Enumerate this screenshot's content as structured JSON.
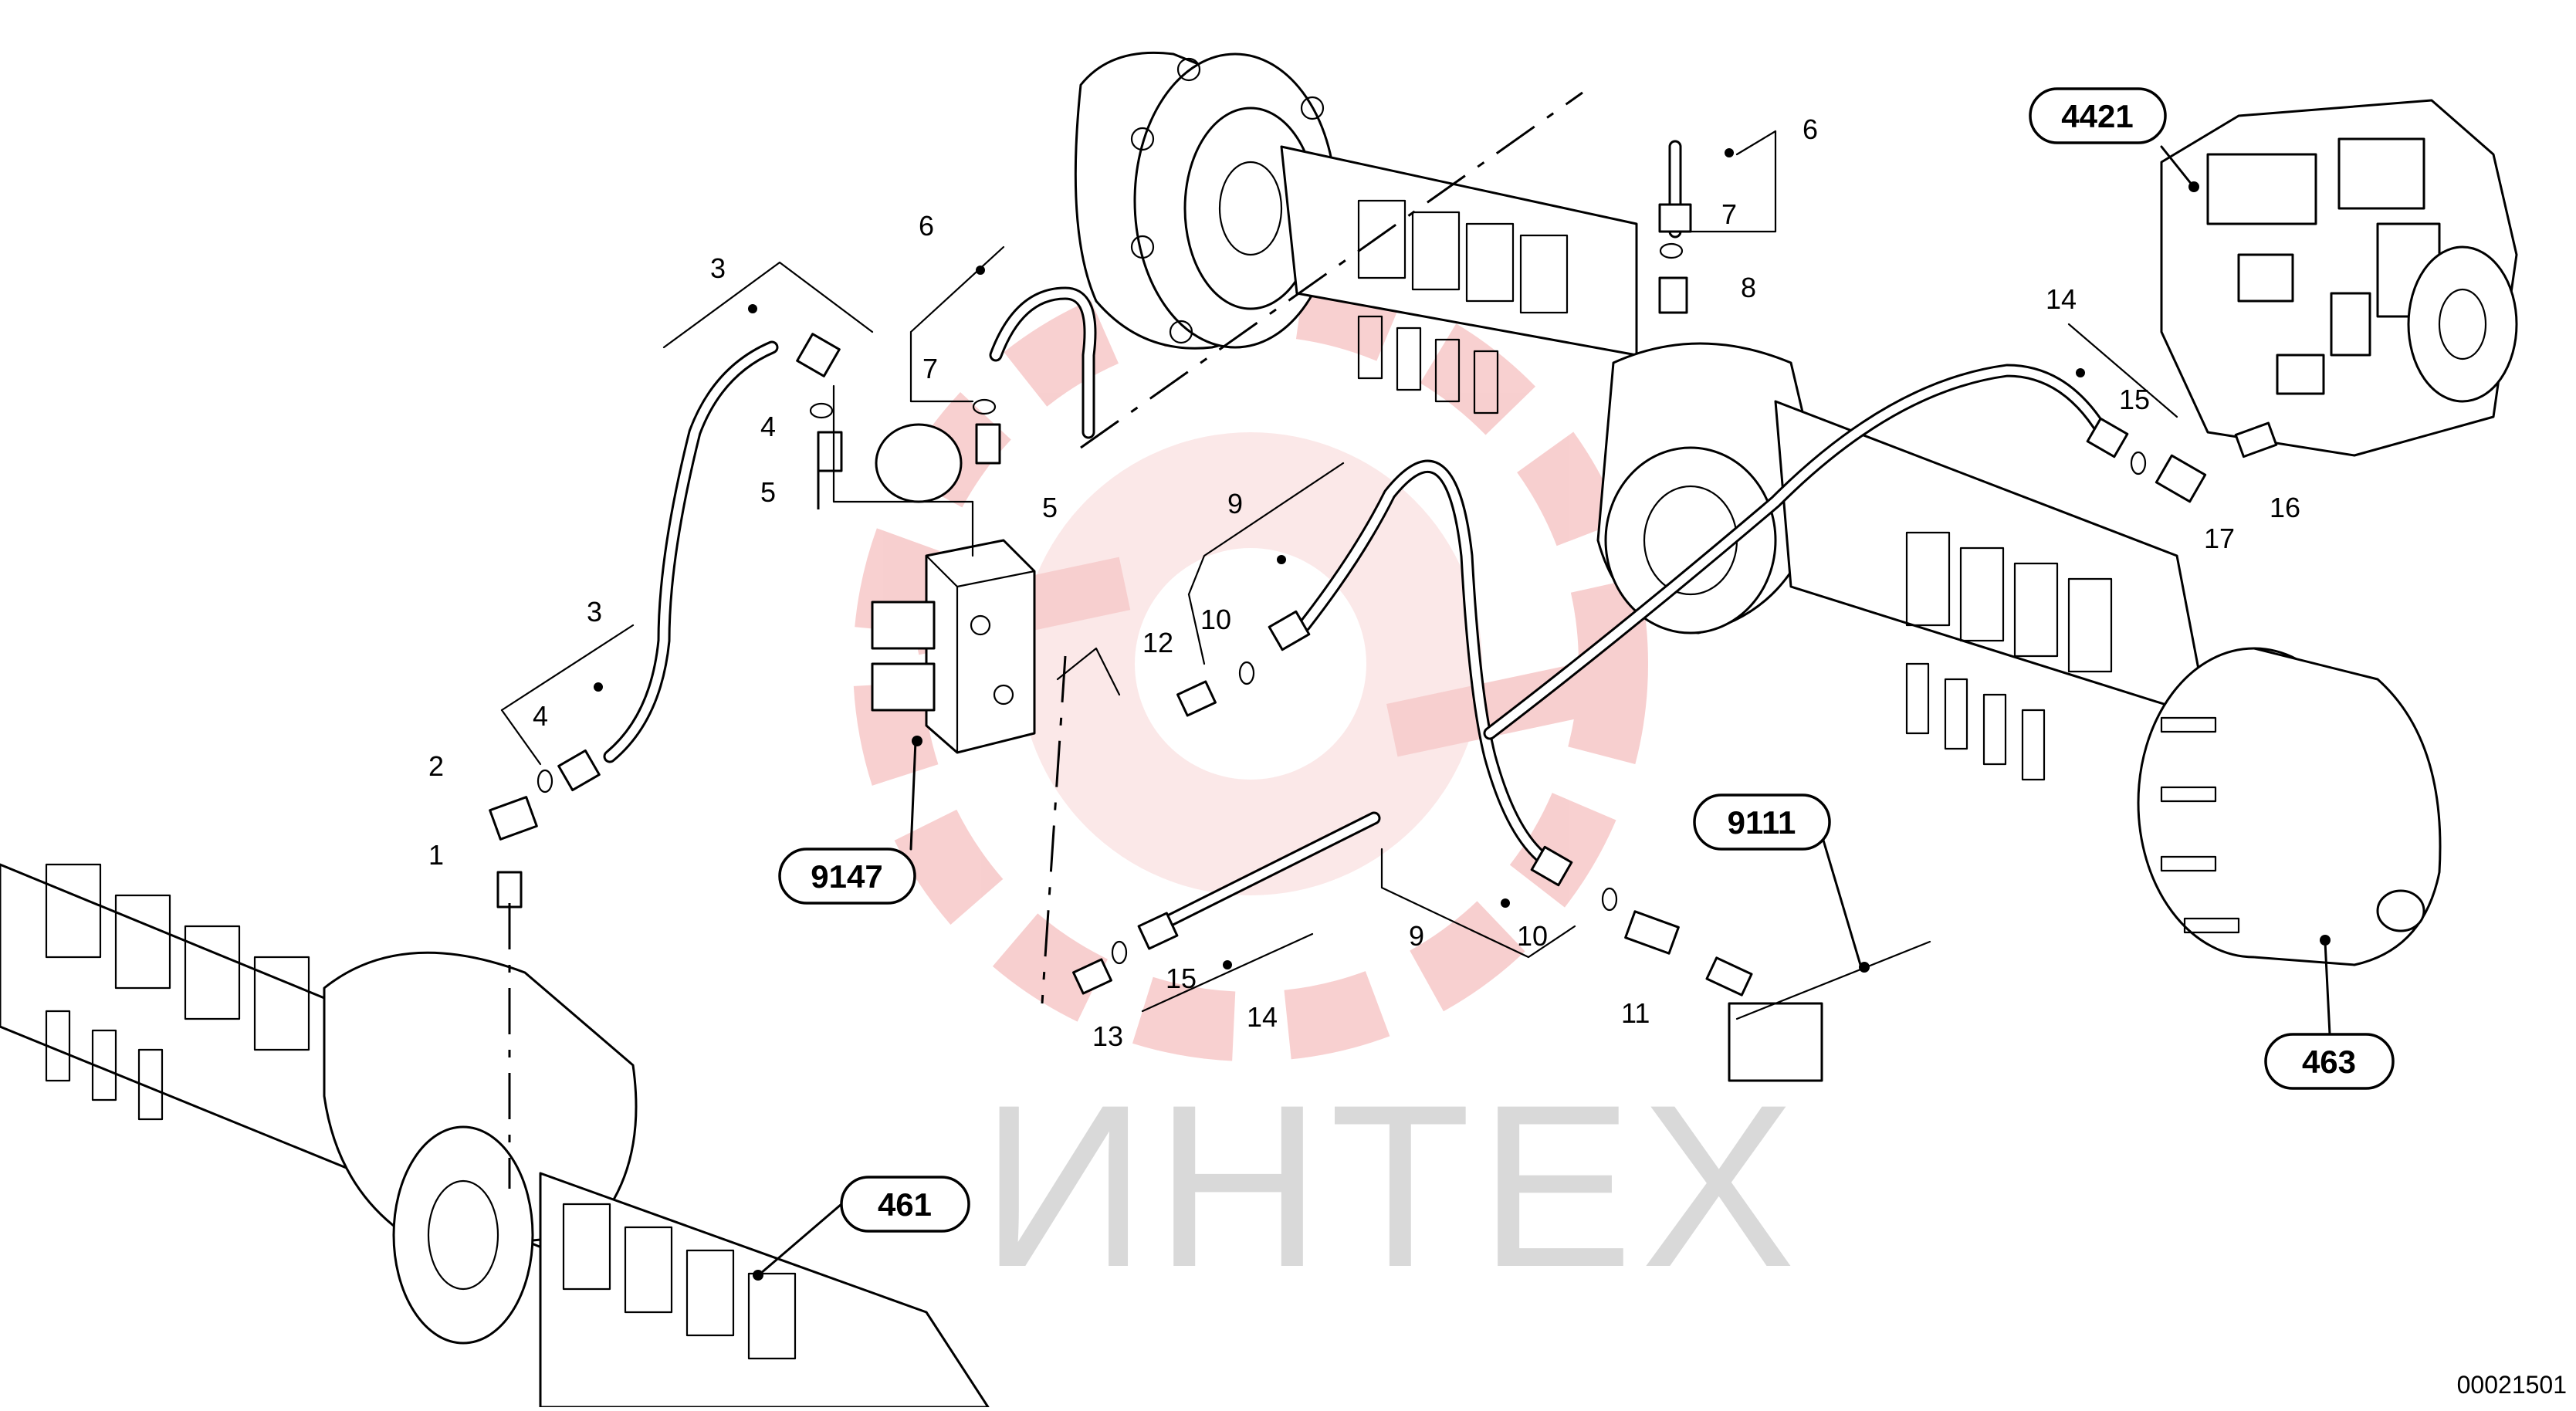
{
  "watermark": {
    "text": "ИНТЕХ",
    "color": "#d9d9d9",
    "logo_color": "#f2a9a9"
  },
  "drawing_number": "00021501",
  "reference_callouts": {
    "r4421": "4421",
    "r9147": "9147",
    "r9111": "9111",
    "r463": "463",
    "r461": "461"
  },
  "part_labels": {
    "p1": "1",
    "p2": "2",
    "p3a": "3",
    "p3b": "3",
    "p4a": "4",
    "p4b": "4",
    "p5a": "5",
    "p5b": "5",
    "p6a": "6",
    "p6b": "6",
    "p7a": "7",
    "p7b": "7",
    "p8": "8",
    "p9a": "9",
    "p9b": "9",
    "p10a": "10",
    "p10b": "10",
    "p11": "11",
    "p12": "12",
    "p13": "13",
    "p14a": "14",
    "p14b": "14",
    "p15a": "15",
    "p15b": "15",
    "p16": "16",
    "p17": "17"
  }
}
